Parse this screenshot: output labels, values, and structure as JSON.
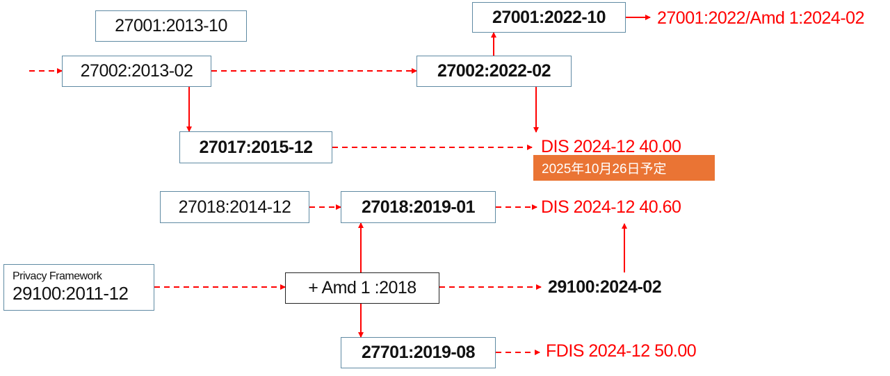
{
  "nodes": {
    "n27001_2013": "27001:2013-10",
    "n27002_2013": "27002:2013-02",
    "n27002_2022": "27002:2022-02",
    "n27001_2022": "27001:2022-10",
    "n27017_2015": "27017:2015-12",
    "n27018_2014": "27018:2014-12",
    "n27018_2019": "27018:2019-01",
    "privacy_label": "Privacy Framework",
    "n29100_2011": "29100:2011-12",
    "amd1_2018": "+ Amd 1 :2018",
    "n29100_2024": "29100:2024-02",
    "n27701_2019": "27701:2019-08"
  },
  "status": {
    "amd_27001": "27001:2022/Amd 1:2024-02",
    "dis_27017": "DIS 2024-12 40.00",
    "dis_27017_note": "2025年10月26日予定",
    "dis_27018": "DIS 2024-12 40.60",
    "fdis_27701": "FDIS 2024-12 50.00"
  },
  "colors": {
    "arrow": "#ff0000",
    "note_bg": "#ea7434",
    "box_border": "#5f8aa3"
  }
}
